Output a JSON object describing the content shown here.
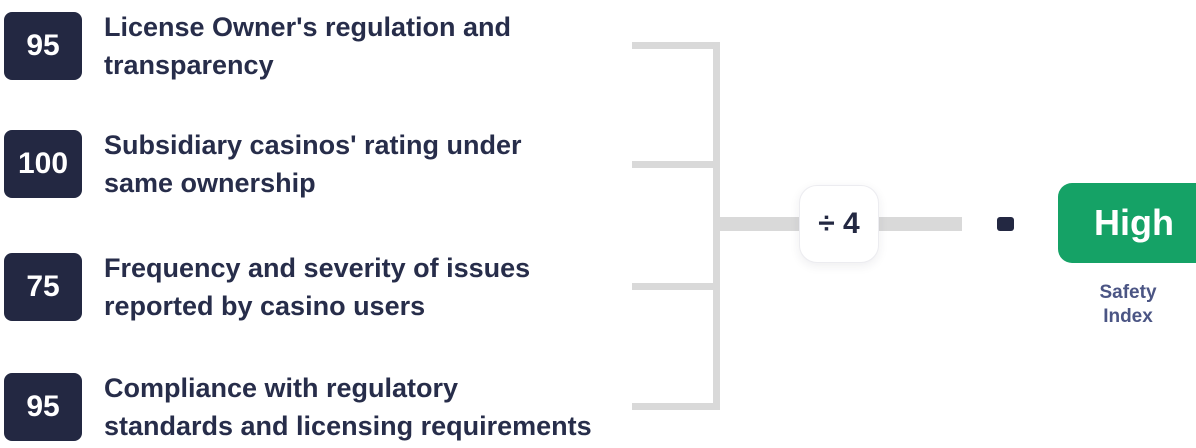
{
  "colors": {
    "background": "#ffffff",
    "tile": "#232842",
    "tile_text": "#ffffff",
    "label": "#272d4a",
    "connector": "#d9d9d9",
    "divider_box_bg": "#ffffff",
    "divider_box_text": "#232842",
    "equals": "#232842",
    "badge": "#15a266",
    "badge_text": "#ffffff",
    "caption": "#4b5584"
  },
  "items": [
    {
      "score": "95",
      "lines": [
        "License Owner's regulation and",
        "transparency"
      ]
    },
    {
      "score": "100",
      "lines": [
        "Subsidiary casinos' rating under",
        "same ownership"
      ]
    },
    {
      "score": "75",
      "lines": [
        "Frequency and severity of issues",
        "reported by casino users"
      ]
    },
    {
      "score": "95",
      "lines": [
        "Compliance with regulatory",
        "standards and licensing requirements"
      ]
    }
  ],
  "divider": {
    "label": "÷ 4"
  },
  "icons": {
    "equals": "equals-square"
  },
  "result": {
    "badge": "High",
    "caption": "Safety Index"
  }
}
